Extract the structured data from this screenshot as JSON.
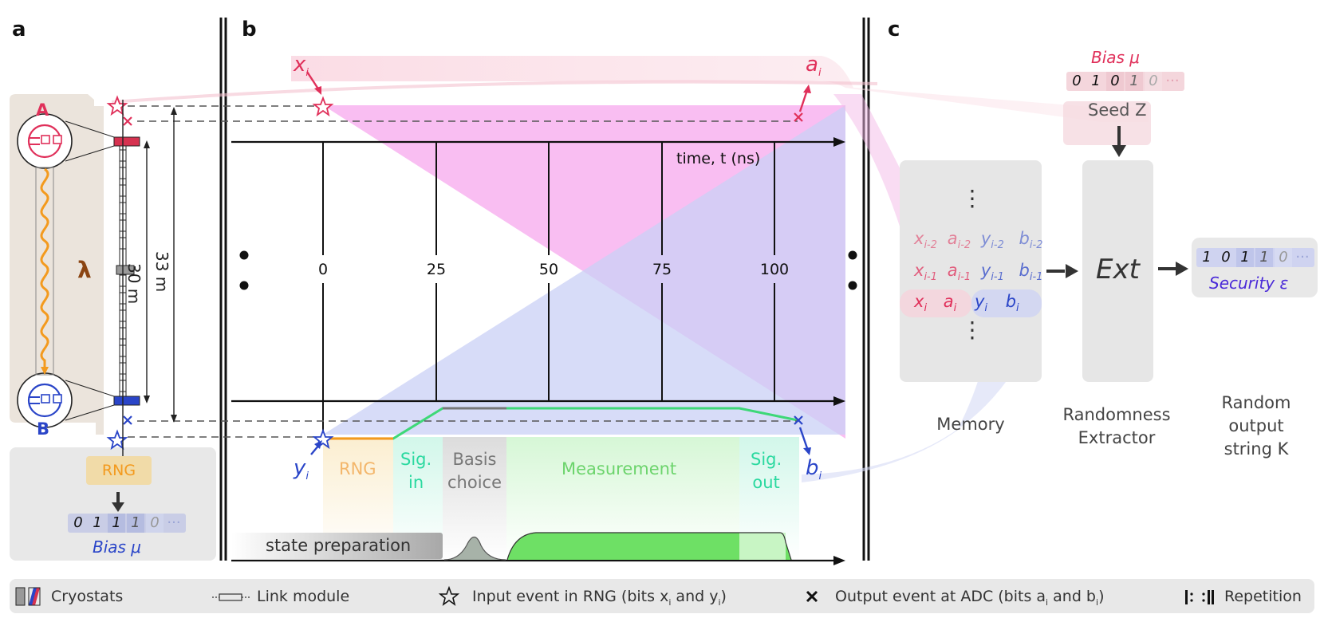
{
  "panels": {
    "a": "a",
    "b": "b",
    "c": "c"
  },
  "panel_a": {
    "node_a": "A",
    "node_b": "B",
    "lambda": "λ",
    "dist_inner": "30 m",
    "dist_outer": "33 m",
    "rng_label": "RNG",
    "bias_bits": [
      "0",
      "1",
      "1",
      "1",
      "0",
      "···"
    ],
    "bias_label": "Bias μ"
  },
  "panel_b": {
    "x_label": "x",
    "x_sub": "i",
    "a_label": "a",
    "a_sub": "i",
    "y_label": "y",
    "y_sub": "i",
    "b_label": "b",
    "b_sub": "i",
    "time_axis_label": "time, t (ns)",
    "ticks": [
      "0",
      "25",
      "50",
      "75",
      "100"
    ],
    "phases": {
      "rng": "RNG",
      "sig_in_1": "Sig.",
      "sig_in_2": "in",
      "basis_1": "Basis",
      "basis_2": "choice",
      "measurement": "Measurement",
      "sig_out_1": "Sig.",
      "sig_out_2": "out"
    },
    "state_prep": "state preparation"
  },
  "panel_c": {
    "bias_label": "Bias μ",
    "bias_bits": [
      "0",
      "1",
      "0",
      "1",
      "0",
      "···"
    ],
    "seed_label": "Seed Z",
    "memory_rows": [
      [
        "x",
        "i-2",
        "a",
        "i-2",
        "y",
        "i-2",
        "b",
        "i-2"
      ],
      [
        "x",
        "i-1",
        "a",
        "i-1",
        "y",
        "i-1",
        "b",
        "i-1"
      ],
      [
        "x",
        "i",
        "a",
        "i",
        "y",
        "i",
        "b",
        "i"
      ]
    ],
    "dots": "⋮",
    "ext_label": "Ext",
    "output_bits": [
      "1",
      "0",
      "1",
      "1",
      "0",
      "···"
    ],
    "security_label": "Security ε",
    "memory_caption": "Memory",
    "extractor_caption_1": "Randomness",
    "extractor_caption_2": "Extractor",
    "output_caption_1": "Random",
    "output_caption_2": "output",
    "output_caption_3": "string K"
  },
  "legend": {
    "cryostats": "Cryostats",
    "link_module": "Link module",
    "input_event": "Input event in RNG (bits x",
    "input_event_mid": " and y",
    "input_event_end": ")",
    "output_event": "Output event at ADC (bits a",
    "output_event_mid": " and b",
    "output_event_end": ")",
    "sub_i": "i",
    "repetition": "Repetition"
  },
  "colors": {
    "red": "#e0305a",
    "blue": "#2a45c8",
    "magenta_fill": "#f7a8ee",
    "blue_fill": "#c9d0f5",
    "green": "#3ed878",
    "orange": "#f39a1e"
  }
}
